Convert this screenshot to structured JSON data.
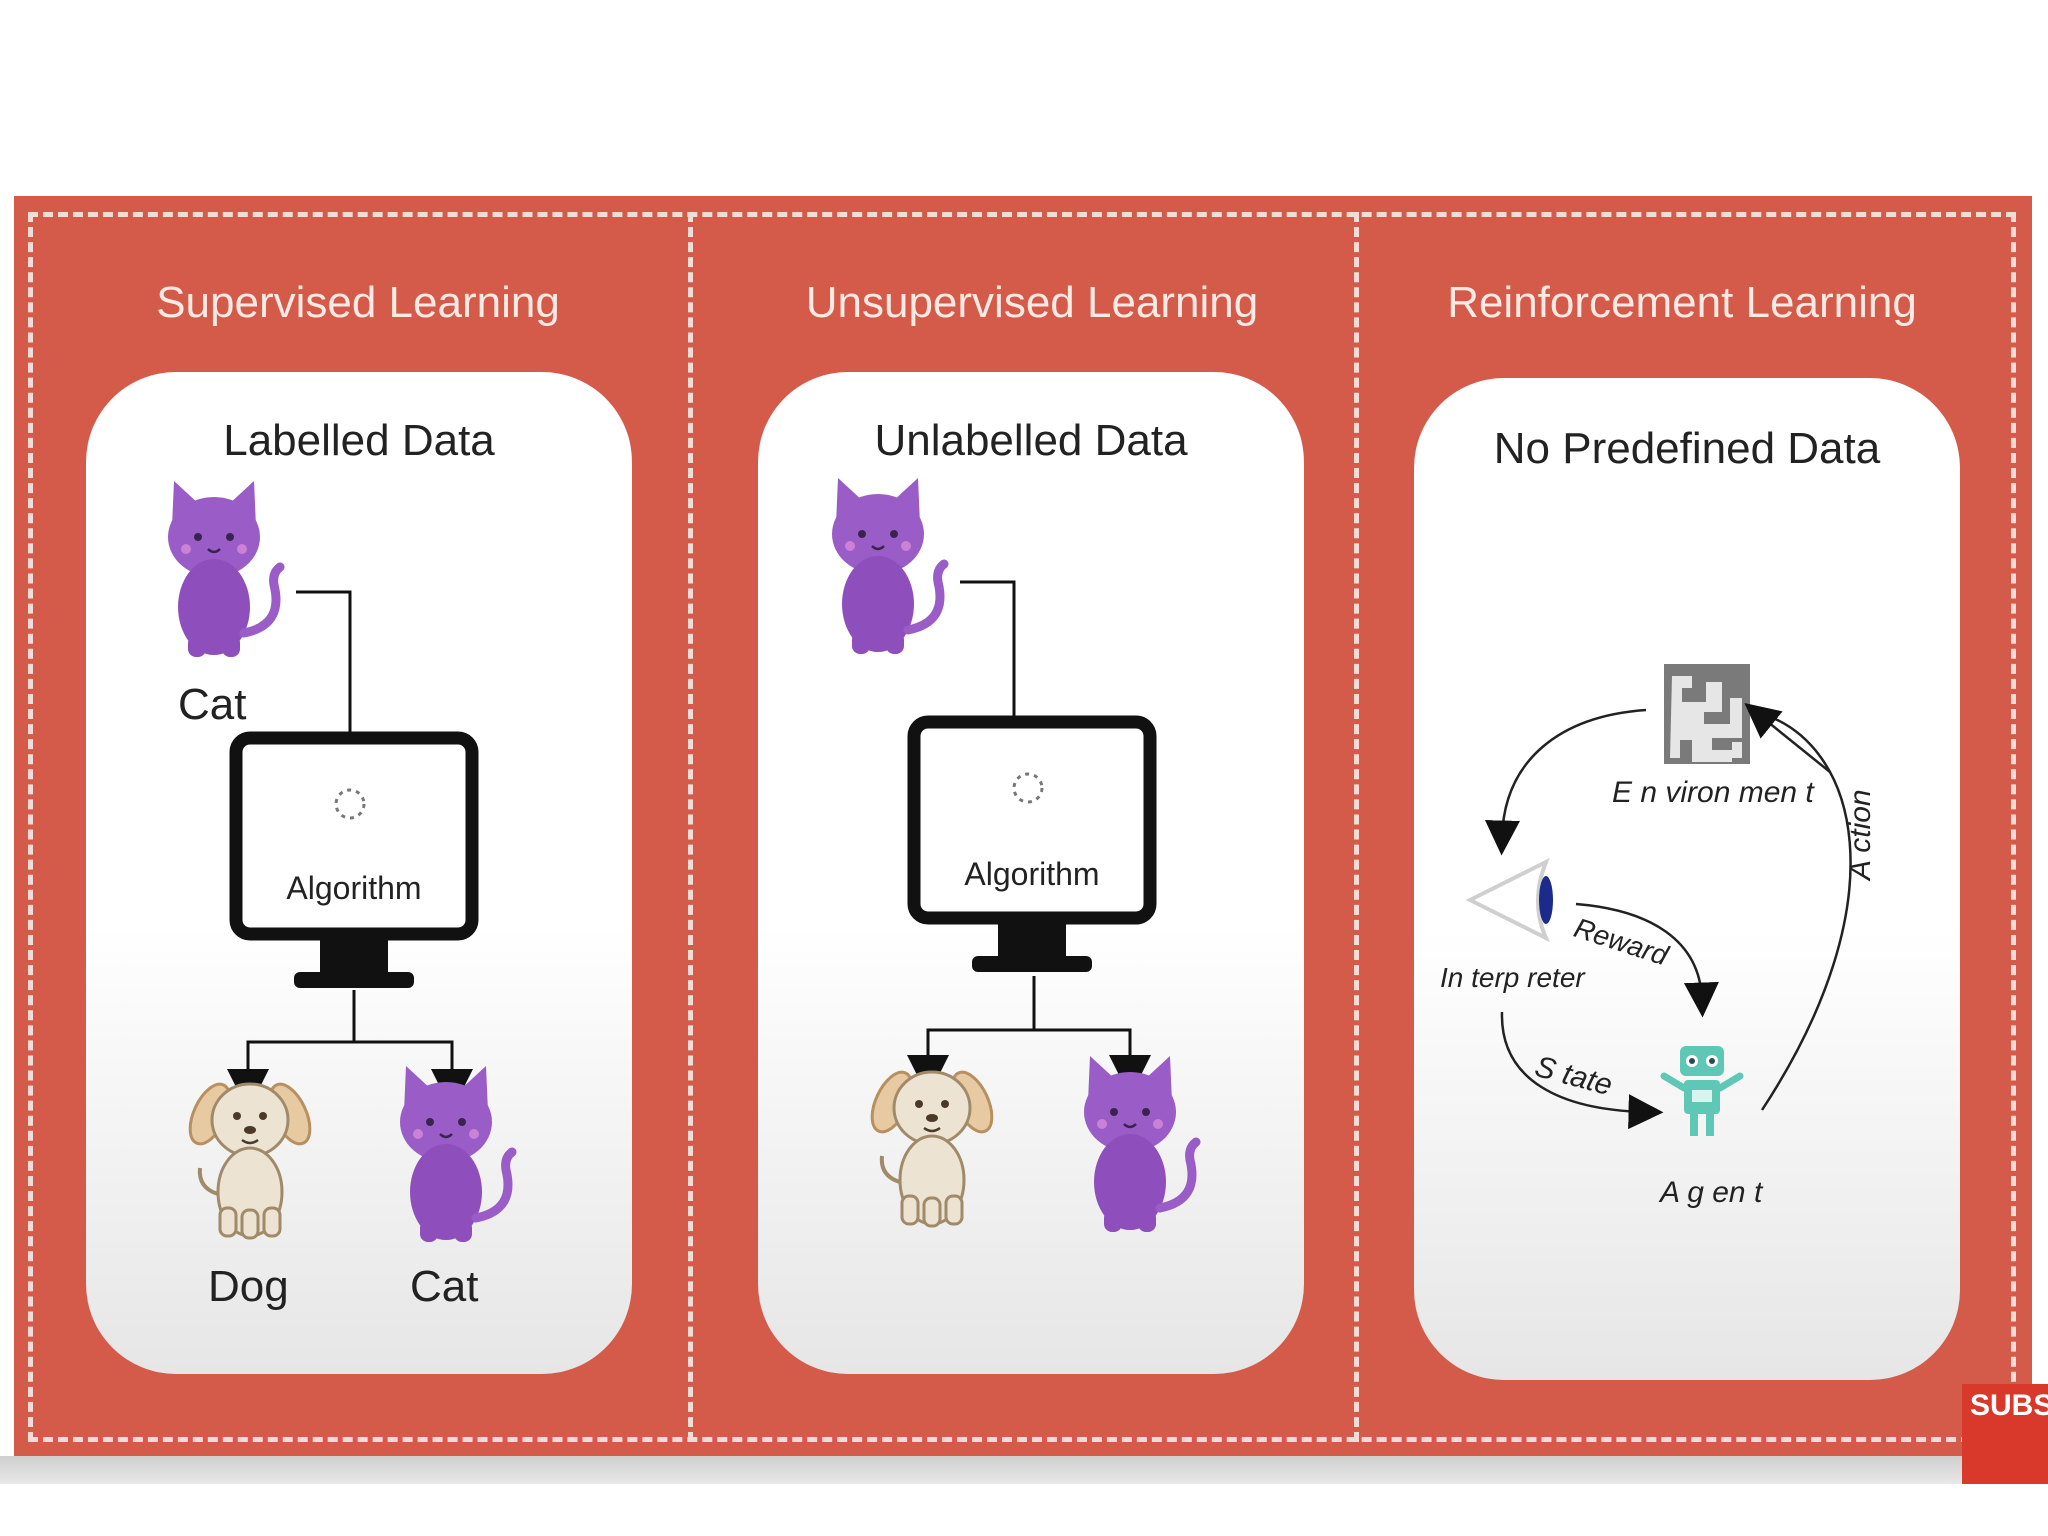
{
  "columns": [
    {
      "title": "Supervised Learning",
      "card_title": "Labelled Data"
    },
    {
      "title": "Unsupervised Learning",
      "card_title": "Unlabelled Data"
    },
    {
      "title": "Reinforcement Learning",
      "card_title": "No Predefined Data"
    }
  ],
  "supervised": {
    "input_label": "Cat",
    "algorithm_label": "Algorithm",
    "output_labels": [
      "Dog",
      "Cat"
    ]
  },
  "unsupervised": {
    "algorithm_label": "Algorithm"
  },
  "reinforcement": {
    "environment_label": "E n viron men t",
    "interpreter_label": "In terp reter",
    "agent_label": "A g en t",
    "reward_label": "Reward",
    "state_label": "S tate",
    "action_label": "A ction"
  },
  "subscribe_badge": "SUBSCRIBE",
  "colors": {
    "panel": "#d45a49",
    "dash": "#f3dcd7",
    "cat": "#9a5cc6",
    "dog": "#e9dcc6",
    "robot": "#5fc7b5"
  }
}
